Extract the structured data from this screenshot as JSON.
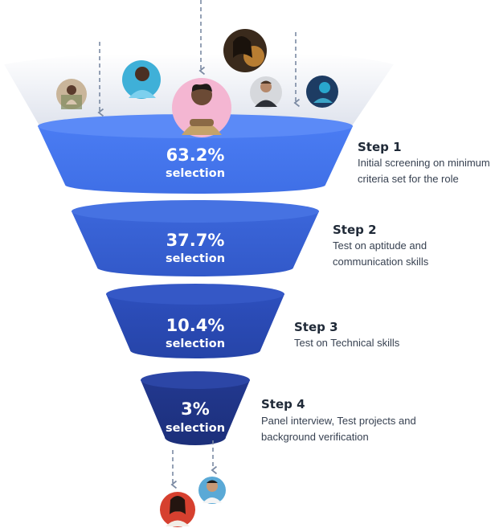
{
  "steps": [
    {
      "title": "Step 1",
      "percent": "63.2%",
      "label": "selection",
      "desc": "Initial screening on minimum criteria set for the role"
    },
    {
      "title": "Step 2",
      "percent": "37.7%",
      "label": "selection",
      "desc": "Test on aptitude and communication skills"
    },
    {
      "title": "Step 3",
      "percent": "10.4%",
      "label": "selection",
      "desc": "Test on Technical skills"
    },
    {
      "title": "Step 4",
      "percent": "3%",
      "label": "selection",
      "desc": "Panel interview, Test projects and background verification"
    }
  ],
  "colors": {
    "stage1": "#4d7ff5",
    "stage2": "#3d68dd",
    "stage3": "#2e4fbe",
    "stage4": "#22388f",
    "arrow": "#7b8aa3"
  },
  "icons": {
    "arrow": "dashed-down-arrow-icon",
    "avatar": "candidate-avatar"
  }
}
